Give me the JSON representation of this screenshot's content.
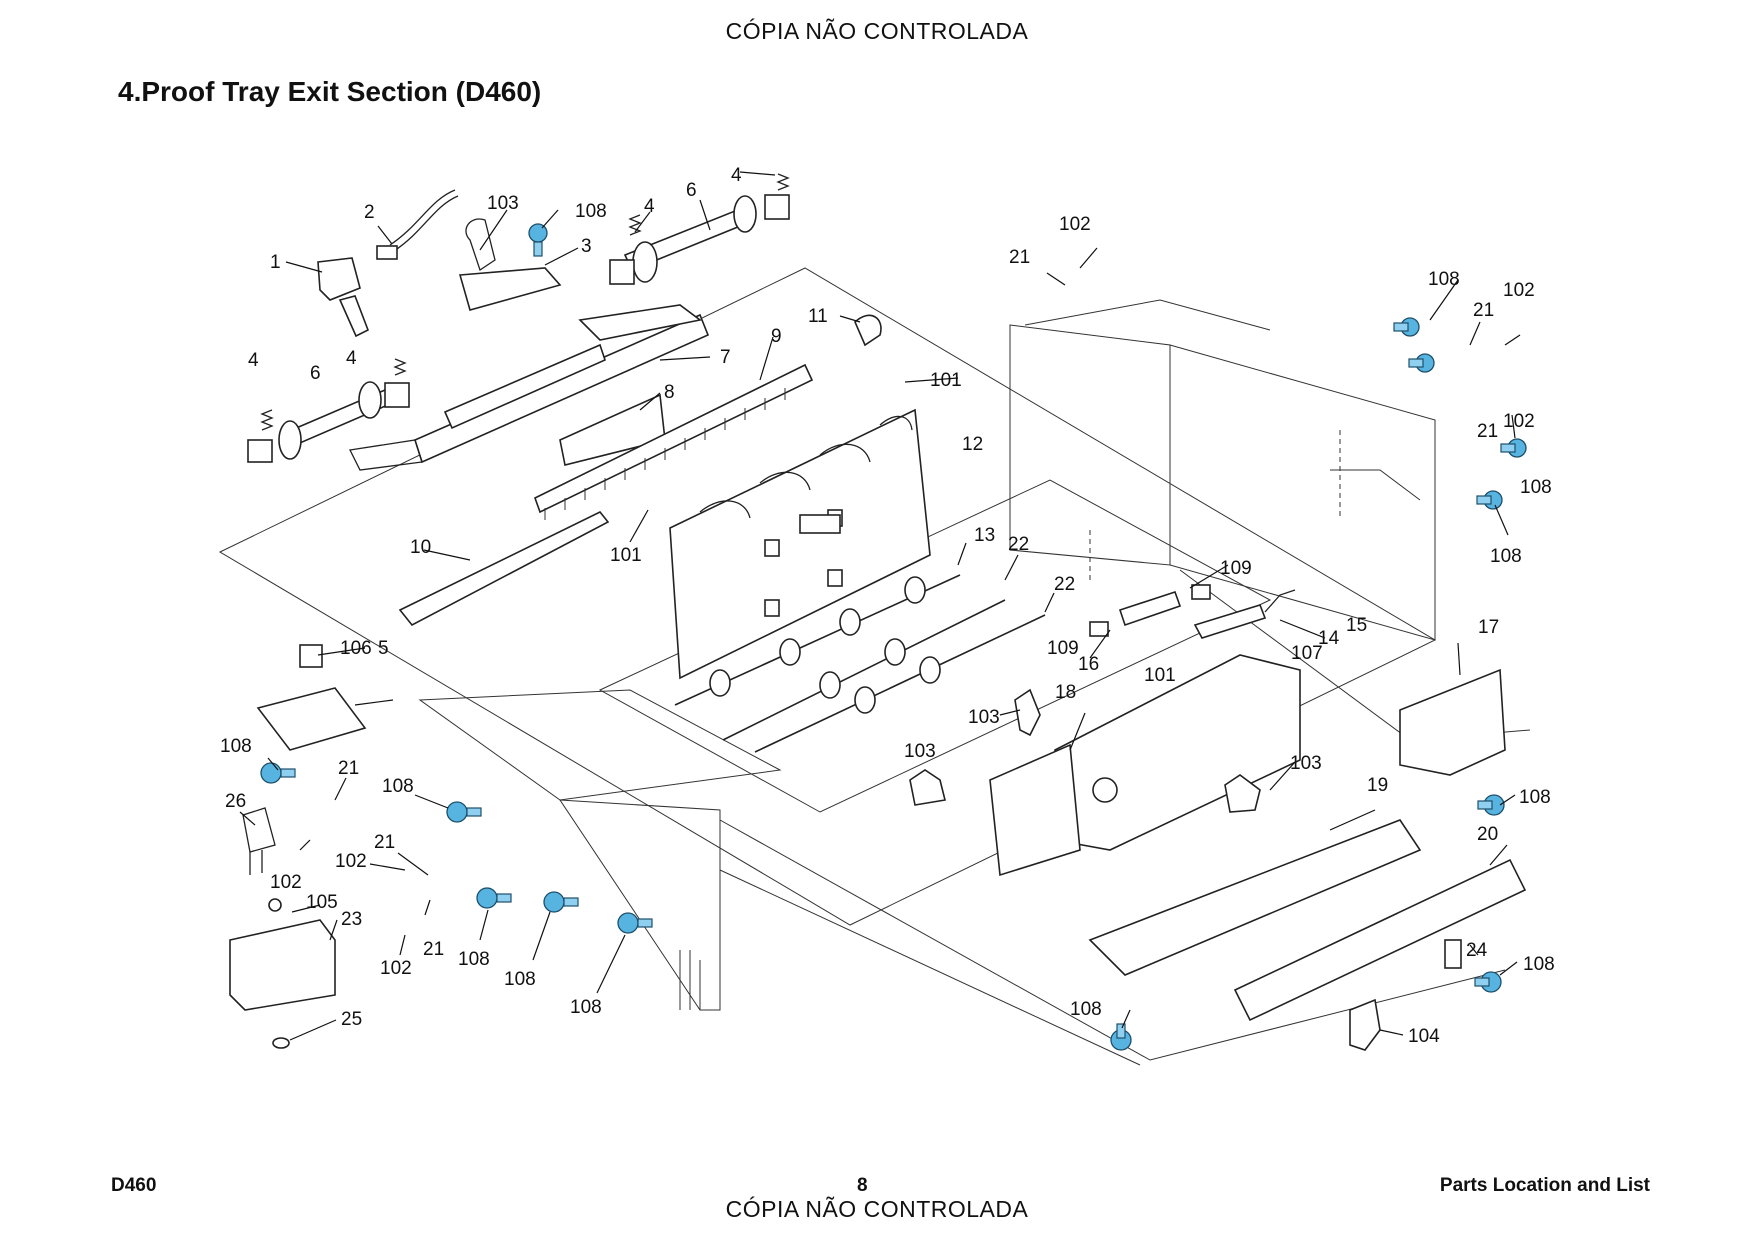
{
  "header": {
    "watermark": "CÓPIA NÃO CONTROLADA"
  },
  "title": "4.Proof Tray Exit Section (D460)",
  "footer": {
    "model": "D460",
    "page": "8",
    "section": "Parts Location and List",
    "watermark": "CÓPIA NÃO CONTROLADA"
  },
  "diagram": {
    "callouts": [
      "1",
      "2",
      "3",
      "4",
      "5",
      "6",
      "7",
      "8",
      "9",
      "10",
      "11",
      "12",
      "13",
      "14",
      "15",
      "16",
      "17",
      "18",
      "19",
      "20",
      "21",
      "22",
      "23",
      "24",
      "25",
      "26",
      "101",
      "102",
      "103",
      "104",
      "105",
      "106",
      "107",
      "108",
      "109"
    ],
    "screw_color": "#57b3e0"
  }
}
